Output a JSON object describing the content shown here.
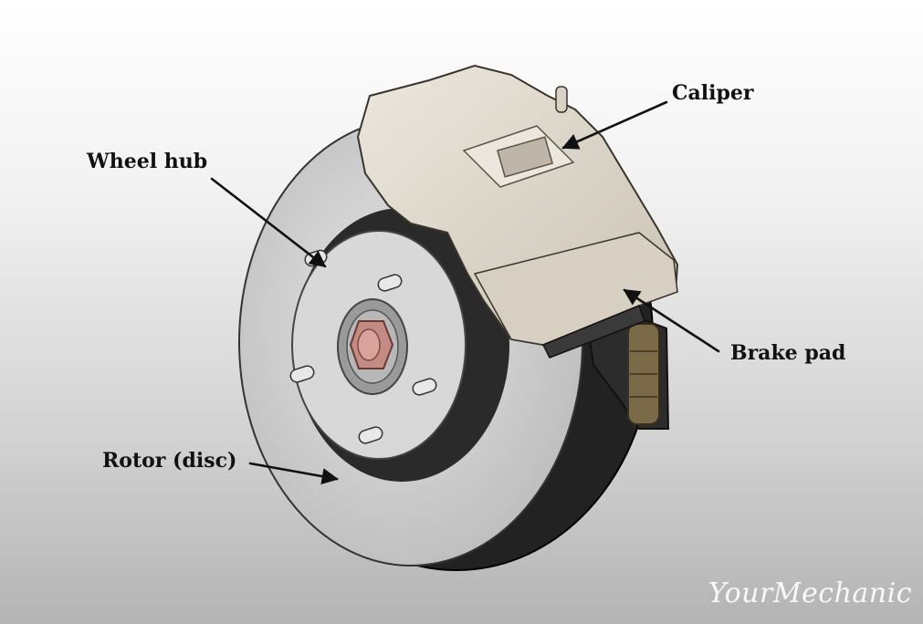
{
  "labels": {
    "caliper": "Caliper",
    "wheel_hub": "Wheel hub",
    "brake_pad": "Brake pad",
    "rotor": "Rotor (disc)"
  },
  "watermark": "YourMechanic",
  "colors": {
    "rotor_face": "#d6d6d6",
    "rotor_edge": "#1e1e1e",
    "caliper_body": "#dfd8cc",
    "hub_nut": "#c48a84",
    "caliper_bolt": "#7a6a48",
    "arrow": "#111111"
  },
  "icons": {
    "arrow": "arrow-icon"
  }
}
